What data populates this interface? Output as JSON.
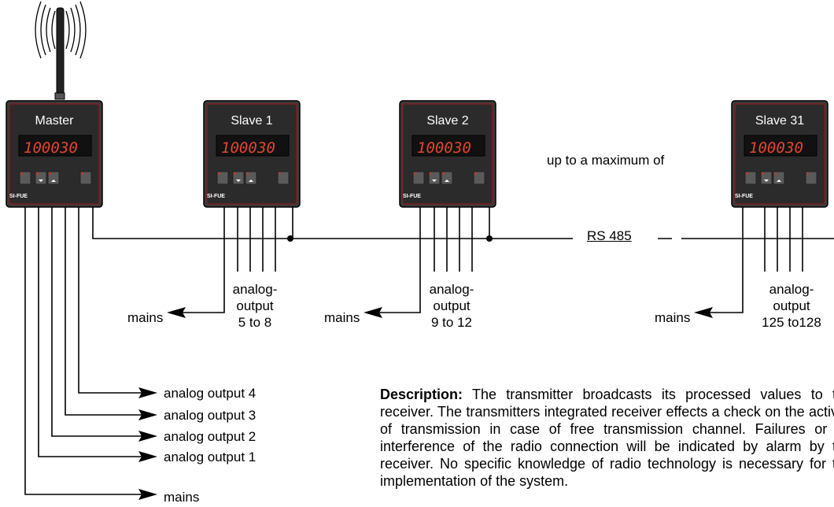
{
  "devices": {
    "master": {
      "name": "Master",
      "display": "1000",
      "display_small": "30",
      "model": "SI-FUE"
    },
    "slave1": {
      "name": "Slave 1",
      "display": "1000",
      "display_small": "30",
      "model": "SI-FUE"
    },
    "slave2": {
      "name": "Slave 2",
      "display": "1000",
      "display_small": "30",
      "model": "SI-FUE"
    },
    "slave31": {
      "name": "Slave 31",
      "display": "1000",
      "display_small": "30",
      "model": "SI-FUE"
    }
  },
  "labels": {
    "max_note": "up to a maximum of",
    "bus": "RS 485",
    "mains": "mains",
    "analog_slave1": [
      "analog-",
      "output",
      "5 to 8"
    ],
    "analog_slave2": [
      "analog-",
      "output",
      "9 to 12"
    ],
    "analog_slave31": [
      "analog-",
      "output",
      "125 to128"
    ],
    "master_outputs": [
      "analog output 4",
      "analog output 3",
      "analog output 2",
      "analog output 1",
      "mains"
    ]
  },
  "description": {
    "heading": "Description:",
    "text": " The transmitter broadcasts its processed values to the receiver. The transmitters integrated receiver effects a check on the activity of transmission in case of free transmission channel. Failures or an interference of the radio connection will be indicated by alarm by the receiver. No specific knowledge of radio technology is necessary for the implementation of the system."
  }
}
